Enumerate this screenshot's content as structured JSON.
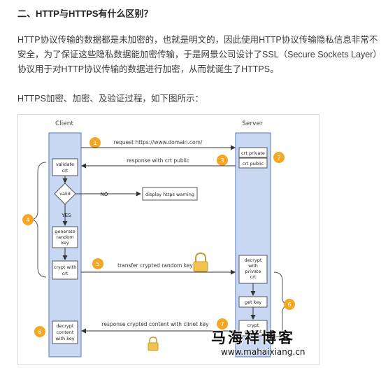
{
  "article": {
    "heading": "二、HTTP与HTTPS有什么区别？",
    "paragraph": "HTTP协议传输的数据都是未加密的，也就是明文的，因此使用HTTP协议传输隐私信息非常不安全，为了保证这些隐私数据能加密传输，于是网景公司设计了SSL（Secure Sockets Layer）协议用于对HTTP协议传输的数据进行加密，从而就诞生了HTTPS。",
    "caption": "HTTPS加密、加密、及验证过程，如下图所示："
  },
  "diagram": {
    "client_label": "Client",
    "server_label": "Server",
    "steps": [
      "1",
      "2",
      "3",
      "4",
      "5",
      "6",
      "7",
      "8"
    ],
    "messages": {
      "request": "request https://www.domain.com/",
      "response_crt": "response with crt public",
      "transfer": "transfer crypted random key",
      "response_content": "response crypted content with clinet key"
    },
    "client_boxes": {
      "validate": [
        "validate",
        "crt"
      ],
      "valid": "valid",
      "generate": [
        "generate",
        "random",
        "key"
      ],
      "crypt": [
        "crypt with",
        "crt"
      ],
      "decrypt": [
        "decrypt",
        "content",
        "with key"
      ]
    },
    "server_boxes": {
      "crt_private": "crt private",
      "crt_public": "crt public",
      "decrypt": [
        "decrypt",
        "with",
        "private",
        "crt"
      ],
      "get_key": "get key",
      "crypt": [
        "crypt",
        "content"
      ]
    },
    "branch": {
      "no": "NO",
      "yes": "YES",
      "warning": "display https warning"
    },
    "colors": {
      "lifeline_fill": "#c9d8f2",
      "lifeline_border": "#5578b8",
      "step_circle": "#f5a623",
      "arrow": "#333333"
    }
  },
  "watermark": {
    "text": "马海祥博客",
    "url": "www.mahaixiang.cn"
  }
}
